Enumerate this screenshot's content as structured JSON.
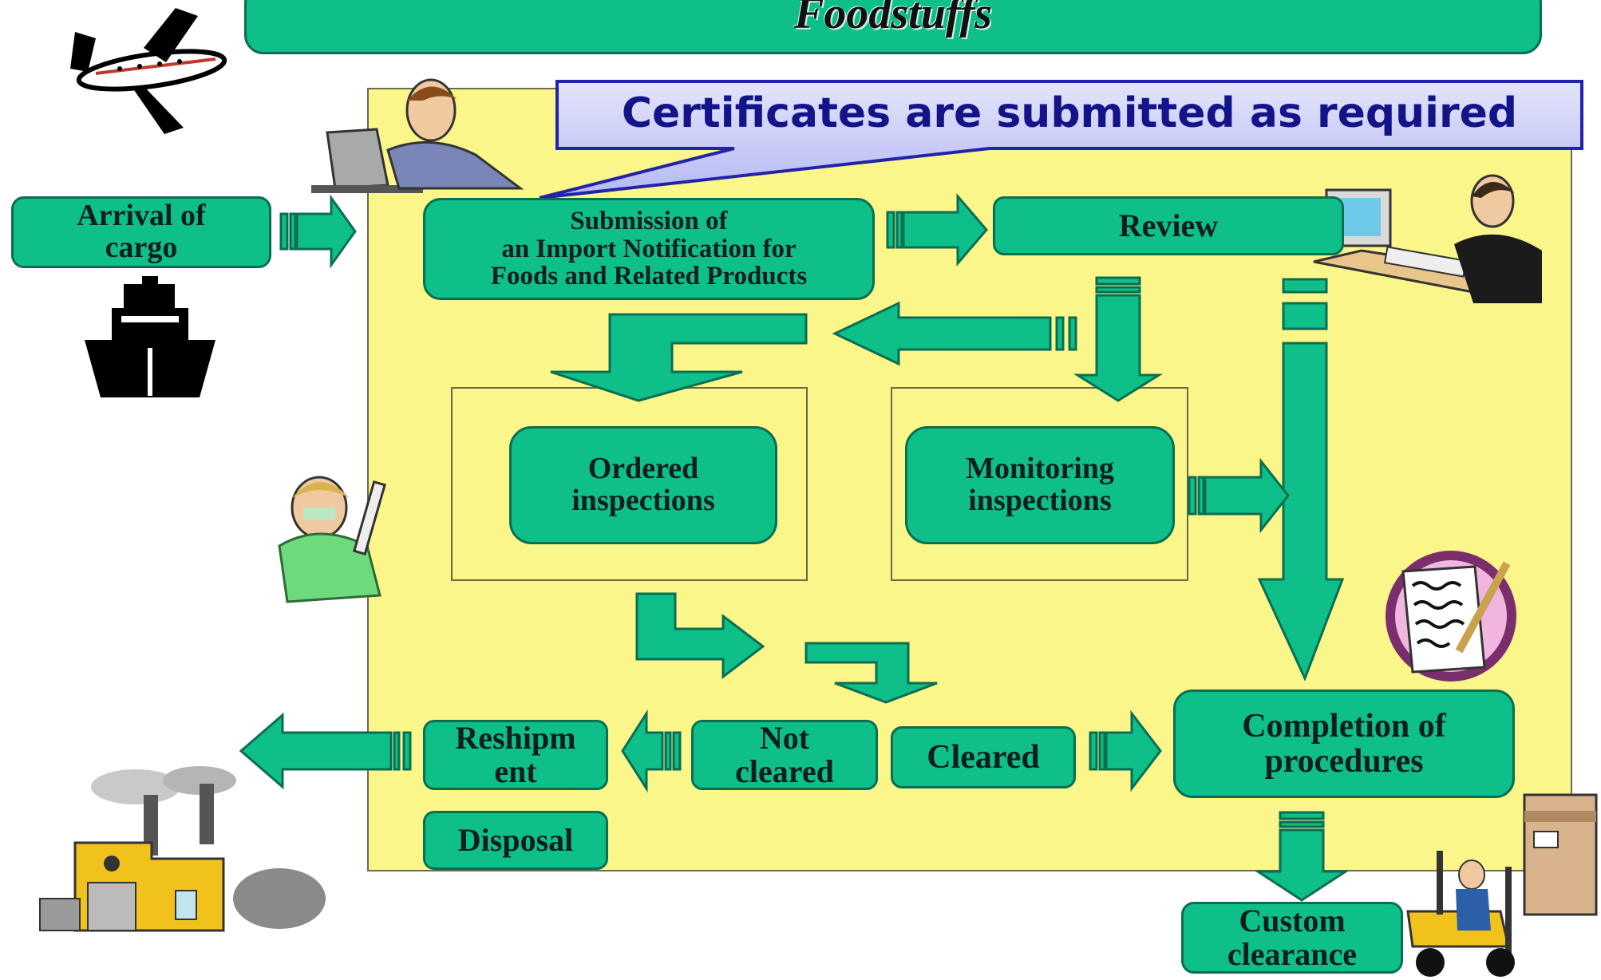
{
  "title": "Foodstuffs",
  "callout": "Certificates are submitted as required",
  "nodes": {
    "arrival": "Arrival of\ncargo",
    "submission": "Submission of\nan Import Notification for\nFoods and Related Products",
    "review": "Review",
    "ordered": "Ordered\ninspections",
    "monitoring": "Monitoring\ninspections",
    "reshipment": "Reshipm\nent",
    "disposal": "Disposal",
    "not_cleared": "Not\ncleared",
    "cleared": "Cleared",
    "completion": "Completion of\nprocedures",
    "custom": "Custom\nclearance"
  },
  "colors": {
    "box_fill": "#0fbf8a",
    "panel_fill": "#fbf68a",
    "callout_fill": "#c9cdf7",
    "callout_text": "#14148a"
  },
  "icons": [
    "airplane-icon",
    "ship-icon",
    "person-at-laptop-icon",
    "person-at-computer-icon",
    "lab-technician-icon",
    "certificate-icon",
    "factory-icon",
    "forklift-icon"
  ]
}
